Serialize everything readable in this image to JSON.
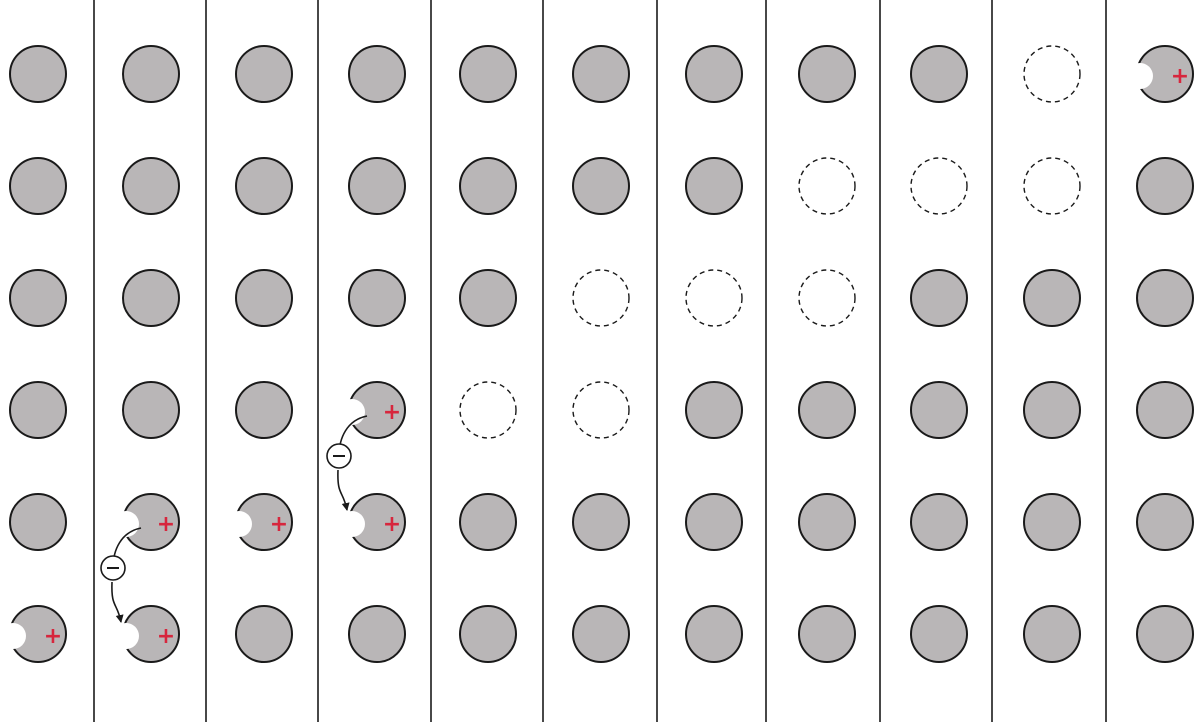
{
  "colors": {
    "atom_fill": "#b9b6b7",
    "atom_stroke": "#1a1a1a",
    "background": "#ffffff",
    "plus": "#d7263d",
    "arrow": "#1a1a1a",
    "divider": "#1a1a1a"
  },
  "panel_count": 11,
  "row_count": 6,
  "symbols": {
    "plus": "+",
    "minus": "−"
  },
  "panels": [
    {
      "cells": [
        "atom",
        "atom",
        "atom",
        "atom",
        "atom",
        "hole"
      ],
      "transfers": []
    },
    {
      "cells": [
        "atom",
        "atom",
        "atom",
        "atom",
        "hole",
        "hole"
      ],
      "transfers": [
        {
          "from_row": 5,
          "to_row": 6
        }
      ]
    },
    {
      "cells": [
        "atom",
        "atom",
        "atom",
        "atom",
        "hole",
        "atom"
      ],
      "transfers": []
    },
    {
      "cells": [
        "atom",
        "atom",
        "atom",
        "hole",
        "hole",
        "atom"
      ],
      "transfers": [
        {
          "from_row": 4,
          "to_row": 5
        }
      ]
    },
    {
      "cells": [
        "atom",
        "atom",
        "atom",
        "empty",
        "atom",
        "atom"
      ],
      "transfers": []
    },
    {
      "cells": [
        "atom",
        "atom",
        "empty",
        "empty",
        "atom",
        "atom"
      ],
      "transfers": []
    },
    {
      "cells": [
        "atom",
        "atom",
        "empty",
        "atom",
        "atom",
        "atom"
      ],
      "transfers": []
    },
    {
      "cells": [
        "atom",
        "empty",
        "empty",
        "atom",
        "atom",
        "atom"
      ],
      "transfers": []
    },
    {
      "cells": [
        "atom",
        "empty",
        "atom",
        "atom",
        "atom",
        "atom"
      ],
      "transfers": []
    },
    {
      "cells": [
        "empty",
        "empty",
        "atom",
        "atom",
        "atom",
        "atom"
      ],
      "transfers": []
    },
    {
      "cells": [
        "hole",
        "atom",
        "atom",
        "atom",
        "atom",
        "atom"
      ],
      "transfers": []
    }
  ]
}
